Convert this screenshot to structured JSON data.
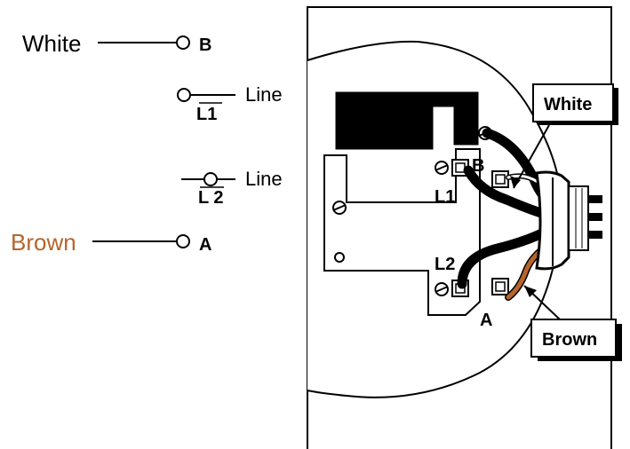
{
  "schematic": {
    "white_label": "White",
    "brown_label": "Brown",
    "terminal_b": "B",
    "terminal_a": "A",
    "l1": "L1",
    "l2": "L 2",
    "line1": "Line",
    "line2": "Line"
  },
  "device": {
    "terminal_b": "B",
    "terminal_a": "A",
    "l1": "L1",
    "l2": "L2",
    "callout_white": "White",
    "callout_brown": "Brown"
  },
  "colors": {
    "brown": "#b5652a",
    "black": "#000000",
    "white": "#ffffff"
  }
}
